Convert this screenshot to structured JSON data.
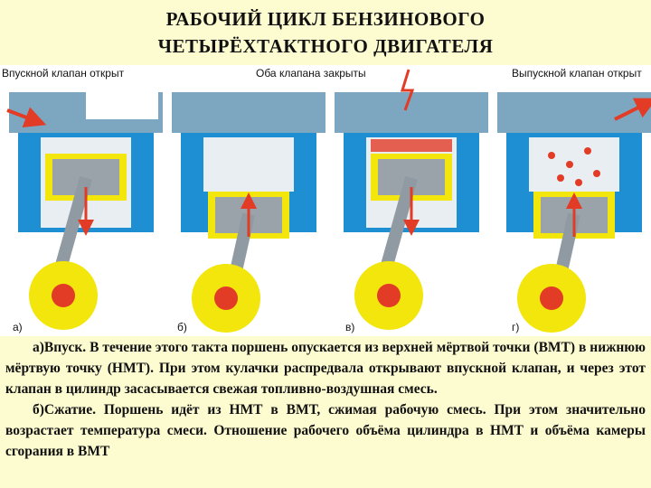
{
  "title": {
    "line1": "РАБОЧИЙ ЦИКЛ БЕНЗИНОВОГО",
    "line2": "ЧЕТЫРЁХТАКТНОГО ДВИГАТЕЛЯ"
  },
  "figure": {
    "captions": [
      "Впускной клапан открыт",
      "Оба клапана закрыты",
      "Выпускной клапан открыт"
    ],
    "letters": [
      "а)",
      "б)",
      "в)",
      "г)"
    ]
  },
  "paragraphs": [
    "а)Впуск. В течение этого такта поршень опускается из верхней мёртвой точки (ВМТ) в нижнюю мёртвую точку (НМТ). При этом кулачки распредвала открывают впускной клапан, и через этот клапан в цилиндр засасывается свежая топливно-воздушная смесь.",
    "б)Сжатие. Поршень идёт из НМТ в ВМТ, сжимая рабочую смесь. При этом значительно возрастает температура смеси. Отношение рабочего объёма цилиндра в НМТ и объёма камеры сгорания в ВМТ"
  ],
  "colors": {
    "block": "#1e8fd2",
    "piston": "#f2e60c",
    "arrow": "#e23b26",
    "rod": "#8f9aa2",
    "head": "#7da6c0"
  }
}
